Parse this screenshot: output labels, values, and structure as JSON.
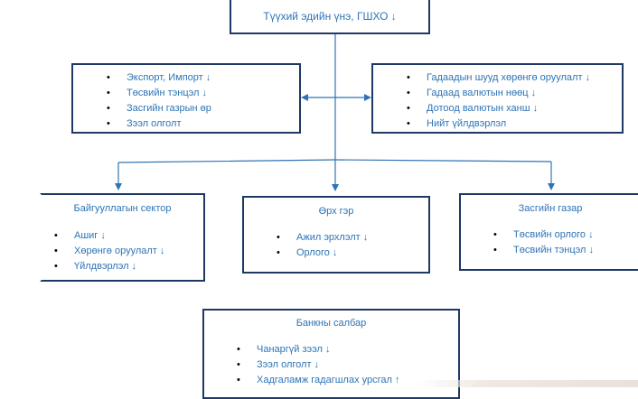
{
  "top": {
    "title": "Түүхий эдийн үнэ, ГШХО ↓"
  },
  "left_box": {
    "items": [
      "Экспорт, Импорт ↓",
      "Төсвийн тэнцэл ↓",
      "Засгийн газрын өр",
      "Зээл олголт"
    ]
  },
  "right_box": {
    "items": [
      "Гадаадын шууд хөрөнгө оруулалт ↓",
      "Гадаад валютын нөөц ↓",
      "Дотоод валютын ханш ↓",
      "Нийт үйлдвэрлэл"
    ]
  },
  "business": {
    "title": "Байгууллагын сектор",
    "items": [
      "Ашиг ↓",
      "Хөрөнгө оруулалт ↓",
      "Үйлдвэрлэл ↓"
    ]
  },
  "household": {
    "title": "Өрх гэр",
    "items": [
      "Ажил эрхлэлт ↓",
      "Орлого ↓"
    ]
  },
  "government": {
    "title": "Засгийн газар",
    "items": [
      "Төсвийн орлого ↓",
      "Төсвийн тэнцэл ↓"
    ]
  },
  "bank": {
    "title": "Банкны салбар",
    "items": [
      "Чанаргүй зээл ↓",
      "Зээл олголт ↓",
      "Хадгаламж гадагшлах урсгал ↑"
    ]
  },
  "colors": {
    "border": "#1f3864",
    "text": "#2e74b5",
    "connector": "#2e74b5"
  }
}
